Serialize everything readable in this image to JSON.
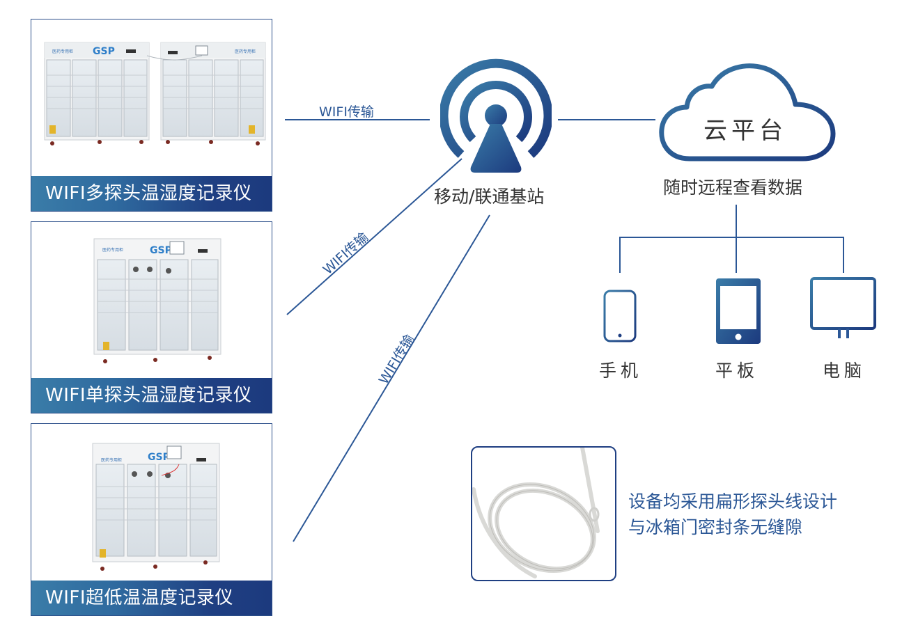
{
  "colors": {
    "primary": "#2b5796",
    "gradient_start": "#3a7ca8",
    "gradient_end": "#1c3a7e",
    "text_dark": "#333333"
  },
  "products": [
    {
      "title": "WIFI多探头温湿度记录仪",
      "image": "two-4-door-pharmacy-cabinets-icon",
      "cabinet_badge": "医药专用柜",
      "logo": "GSP"
    },
    {
      "title": "WIFI单探头温湿度记录仪",
      "image": "4-door-pharmacy-cabinet-icon",
      "cabinet_badge": "医药专用柜",
      "logo": "GSP"
    },
    {
      "title": "WIFI超低温温度记录仪",
      "image": "4-door-pharmacy-cabinet-icon",
      "cabinet_badge": "医药专用柜",
      "logo": "GSP"
    }
  ],
  "links": {
    "wifi_label": "WIFI传输"
  },
  "base_station": {
    "icon": "signal-tower-icon",
    "label": "移动/联通基站"
  },
  "cloud": {
    "icon": "cloud-icon",
    "title": "云平台",
    "subtitle": "随时远程查看数据"
  },
  "devices": [
    {
      "icon": "smartphone-icon",
      "label": "手机"
    },
    {
      "icon": "tablet-icon",
      "label": "平板"
    },
    {
      "icon": "desktop-monitor-icon",
      "label": "电脑"
    }
  ],
  "probe": {
    "image": "flat-probe-cable-icon",
    "line1": "设备均采用扁形探头线设计",
    "line2": "与冰箱门密封条无缝隙"
  }
}
